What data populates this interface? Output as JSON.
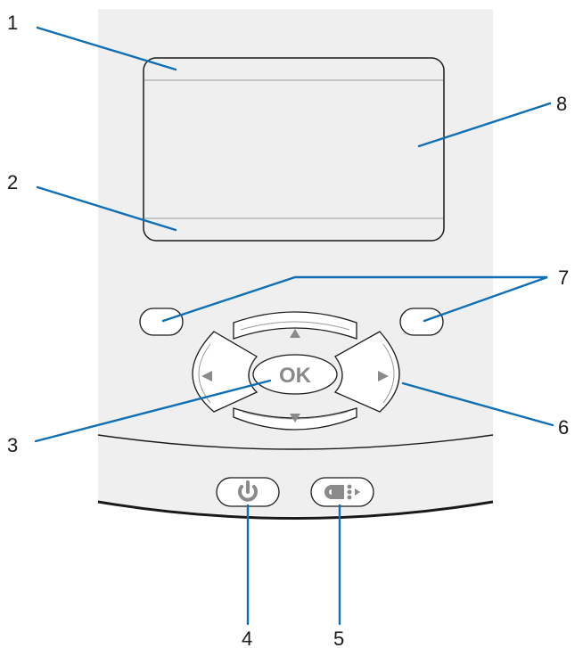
{
  "diagram": {
    "panel_color": "#efefef",
    "leader_color": "#0f6fb5",
    "ok_label": "OK",
    "callouts": [
      {
        "id": "1",
        "label": "1"
      },
      {
        "id": "2",
        "label": "2"
      },
      {
        "id": "3",
        "label": "3"
      },
      {
        "id": "4",
        "label": "4"
      },
      {
        "id": "5",
        "label": "5"
      },
      {
        "id": "6",
        "label": "6"
      },
      {
        "id": "7",
        "label": "7"
      },
      {
        "id": "8",
        "label": "8"
      }
    ],
    "icons": [
      "power-icon",
      "feed-icon",
      "arrow-up-icon",
      "arrow-down-icon",
      "arrow-left-icon",
      "arrow-right-icon"
    ]
  }
}
